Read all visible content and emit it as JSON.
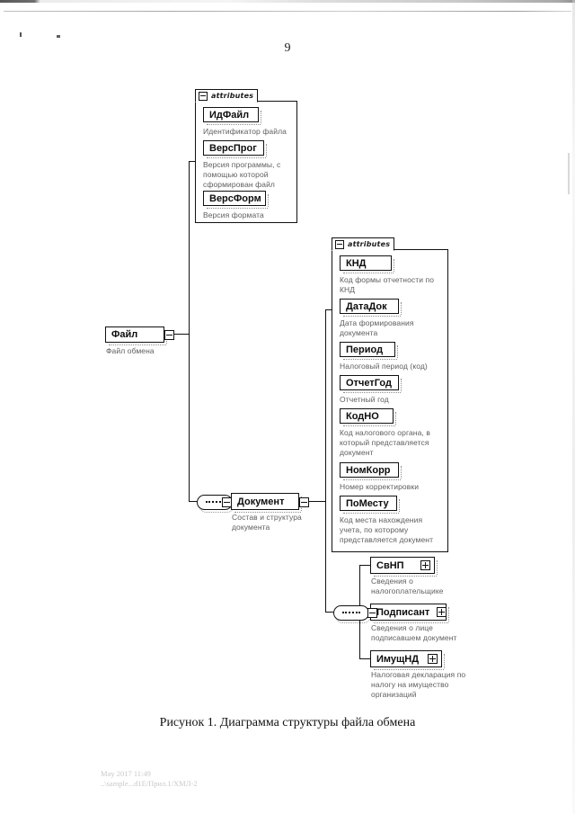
{
  "page": {
    "number": "9",
    "caption": "Рисунок 1. Диаграмма структуры файла обмена",
    "footer": "May 2017 11:49\n..\\sample...d1E/Прил.1/ХМЛ-2"
  },
  "diagram": {
    "attributes_tab_label": "attributes",
    "root": {
      "name": "Файл",
      "description": "Файл обмена",
      "connector": "minus"
    },
    "root_attributes": [
      {
        "name": "ИдФайл",
        "description": "Идентификатор файла"
      },
      {
        "name": "ВерсПрог",
        "description": "Версия программы, с\nпомощью которой\nсформирован файл"
      },
      {
        "name": "ВерсФорм",
        "description": "Версия формата"
      }
    ],
    "document": {
      "name": "Документ",
      "description": "Состав и структура\nдокумента",
      "connector": "minus"
    },
    "document_attributes": [
      {
        "name": "КНД",
        "description": "Код формы отчетности по\nКНД"
      },
      {
        "name": "ДатаДок",
        "description": "Дата формирования\nдокумента"
      },
      {
        "name": "Период",
        "description": "Налоговый период (код)"
      },
      {
        "name": "ОтчетГод",
        "description": "Отчетный год"
      },
      {
        "name": "КодНО",
        "description": "Код налогового органа, в\nкоторый представляется\nдокумент"
      },
      {
        "name": "НомКорр",
        "description": "Номер корректировки"
      },
      {
        "name": "ПоМесту",
        "description": "Код места нахождения\nучета, по которому\nпредставляется документ"
      }
    ],
    "document_children": [
      {
        "name": "СвНП",
        "description": "Сведения о\nналогоплательщике",
        "connector": "plus"
      },
      {
        "name": "Подписант",
        "description": "Сведения о лице\nподписавшем документ",
        "connector": "plus"
      },
      {
        "name": "ИмущНД",
        "description": "Налоговая декларация по\nналогу на имущество\nорганизаций",
        "connector": "plus"
      }
    ]
  }
}
